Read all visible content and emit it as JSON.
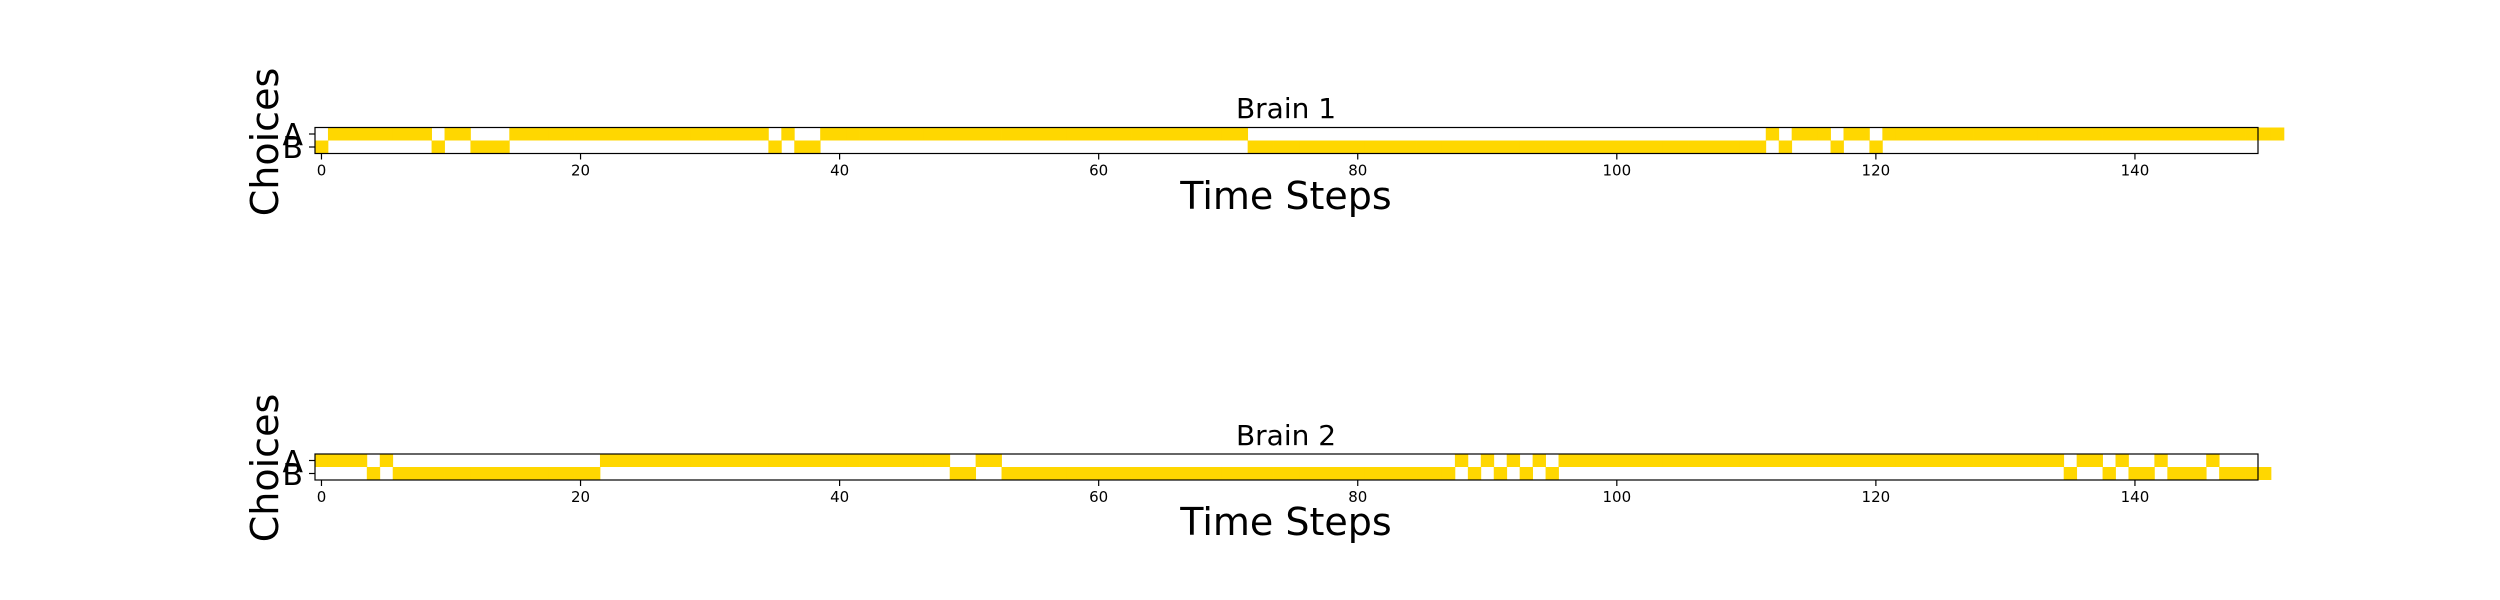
{
  "chart_data": [
    {
      "type": "heatmap",
      "title": "Brain 1",
      "xlabel": "Time Steps",
      "ylabel": "Choices",
      "rows": [
        "A",
        "B"
      ],
      "xlim": [
        -0.5,
        149.5
      ],
      "xticks": [
        0,
        20,
        40,
        60,
        80,
        100,
        120,
        140
      ],
      "color": "#FFD700",
      "choices": "BAAAAAAAABAABBBAAAAAAAAAAAAAAAAAAAABABBAAAAAAAAAAAAAAAAAAAAAAAAAAAAAAAAABBBBBBBBBBBBBBBBBBBBBBBBBBBBBBBBBBBBBBBBABAAABAABAAAAAAAAAAAAAAAAAAAAAAAAAAAAAAA"
    },
    {
      "type": "heatmap",
      "title": "Brain 2",
      "xlabel": "Time Steps",
      "ylabel": "Choices",
      "rows": [
        "A",
        "B"
      ],
      "xlim": [
        -0.5,
        149.5
      ],
      "xticks": [
        0,
        20,
        40,
        60,
        80,
        100,
        120,
        140
      ],
      "color": "#FFD700",
      "choices": "AAAABABBBBBBBBBBBBBBBBAAAAAAAAAAAAAAAAAAAAAAAAAAABBAABBBBBBBBBBBBBBBBBBBBBBBBBBBBBBBBBBBABABABABAAAAAAAAAAAAAAAAAAAAAAAAAAAAAAAAAAAAAAABAABABBABBBABBBB"
    }
  ]
}
